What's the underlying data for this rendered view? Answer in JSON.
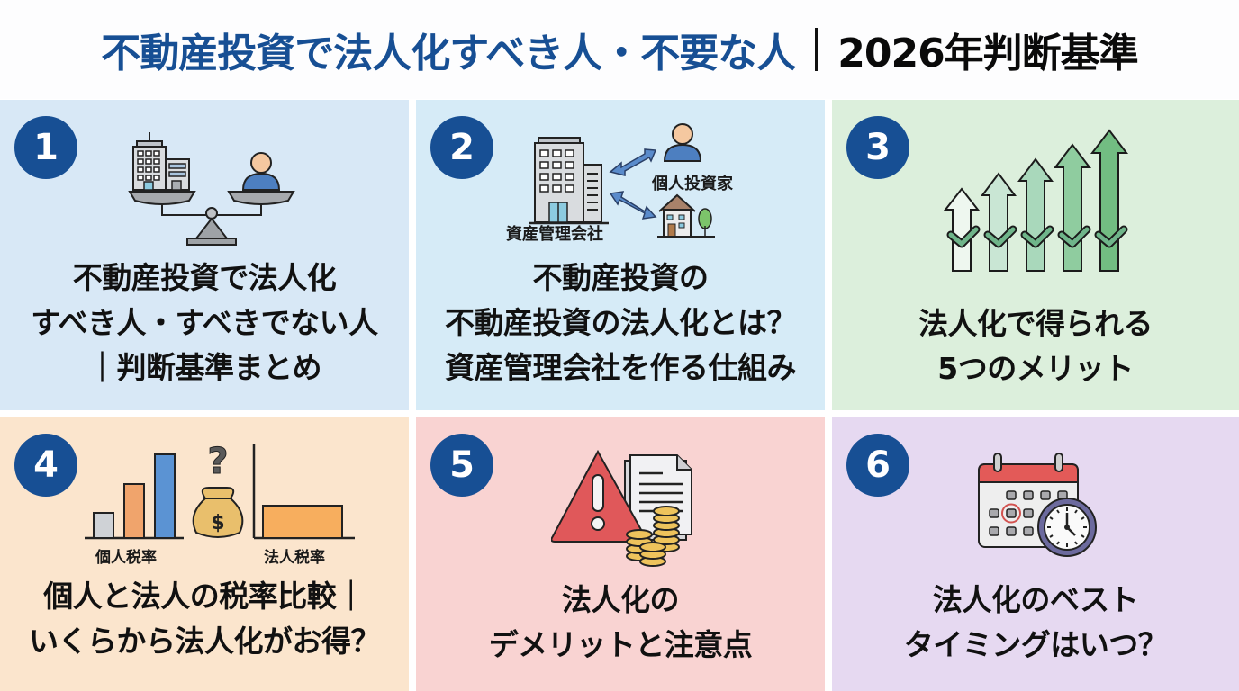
{
  "header": {
    "title_main": "不動産投資で法人化すべき人・不要な人",
    "title_year": "2026年判断基準"
  },
  "colors": {
    "brand_blue": "#174f94",
    "card_1_bg": "#d8e8f6",
    "card_2_bg": "#d6ebf7",
    "card_3_bg": "#dcefdc",
    "card_4_bg": "#fbe5cd",
    "card_5_bg": "#f9d3d2",
    "card_6_bg": "#e6d9f1"
  },
  "cards": [
    {
      "number": "1",
      "icon": "scale-building-vs-person-icon",
      "lines": [
        "不動産投資で法人化",
        "すべき人・すべきでない人",
        "｜判断基準まとめ"
      ]
    },
    {
      "number": "2",
      "icon": "company-investor-property-diagram-icon",
      "labels": {
        "company": "資産管理会社",
        "investor": "個人投資家"
      },
      "lines": [
        "不動産投資の",
        "不動産投資の法人化とは？",
        "資産管理会社を作る仕組み"
      ]
    },
    {
      "number": "3",
      "icon": "rising-arrows-checkmarks-icon",
      "lines": [
        "法人化で得られる",
        "5つのメリット"
      ]
    },
    {
      "number": "4",
      "icon": "tax-rate-comparison-chart-icon",
      "labels": {
        "personal": "個人税率",
        "corporate": "法人税率",
        "question": "?",
        "money": "$"
      },
      "lines": [
        "個人と法人の税率比較｜",
        "いくらから法人化がお得？"
      ]
    },
    {
      "number": "5",
      "icon": "warning-document-coins-icon",
      "lines": [
        "法人化の",
        "デメリットと注意点"
      ]
    },
    {
      "number": "6",
      "icon": "calendar-clock-icon",
      "lines": [
        "法人化のベスト",
        "タイミングはいつ？"
      ]
    }
  ]
}
